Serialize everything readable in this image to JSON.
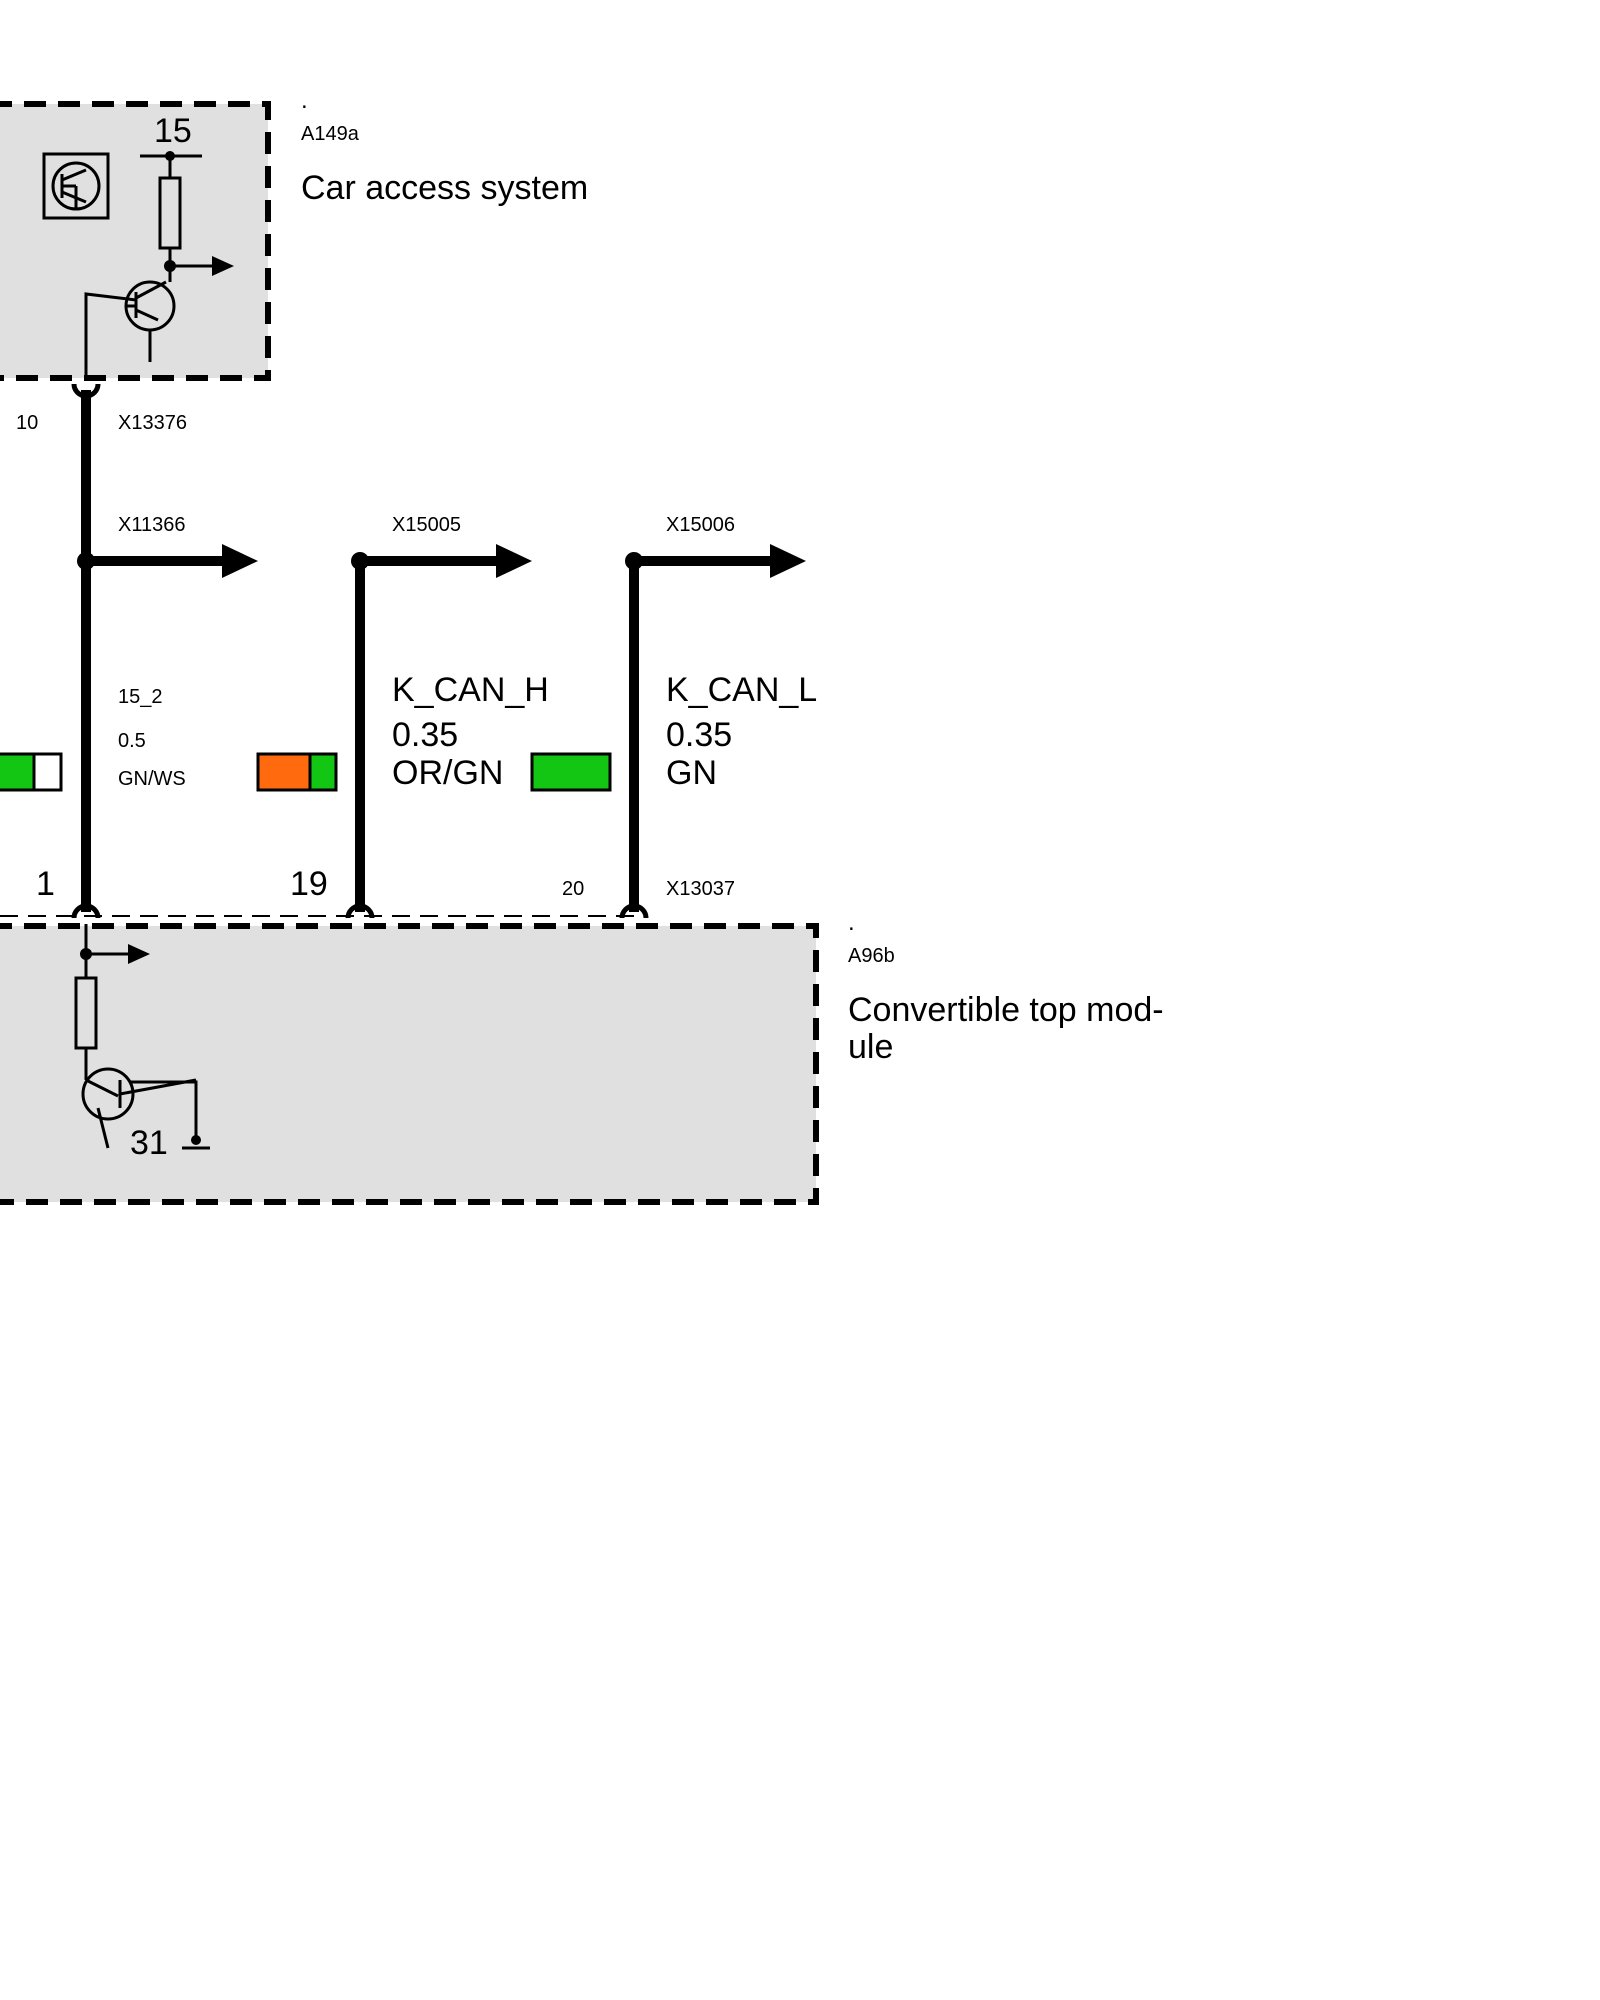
{
  "modules": {
    "top": {
      "id": "A149a",
      "dot": ".",
      "title": "Car access system",
      "supply_pin": "15"
    },
    "bottom": {
      "id": "A96b",
      "dot": ".",
      "title_line1": "Convertible top mod-",
      "title_line2": "ule",
      "ground_pin": "31"
    }
  },
  "connectors": {
    "top_pin": "10",
    "top_connector": "X13376",
    "bottom_connector": "X13037"
  },
  "wires": [
    {
      "arrow_connector": "X11366",
      "signal": "15_2",
      "gauge": "0.5",
      "color_code": "GN/WS",
      "pin": "1",
      "colors": [
        "#13c613",
        "#ffffff"
      ]
    },
    {
      "arrow_connector": "X15005",
      "signal": "K_CAN_H",
      "gauge": "0.35",
      "color_code": "OR/GN",
      "pin": "19",
      "colors": [
        "#ff6a0f",
        "#13c613"
      ]
    },
    {
      "arrow_connector": "X15006",
      "signal": "K_CAN_L",
      "gauge": "0.35",
      "color_code": "GN",
      "pin": "20",
      "colors": [
        "#13c613"
      ]
    }
  ],
  "styles": {
    "module_fill": "#e0e0e0",
    "line_color": "#000000"
  }
}
